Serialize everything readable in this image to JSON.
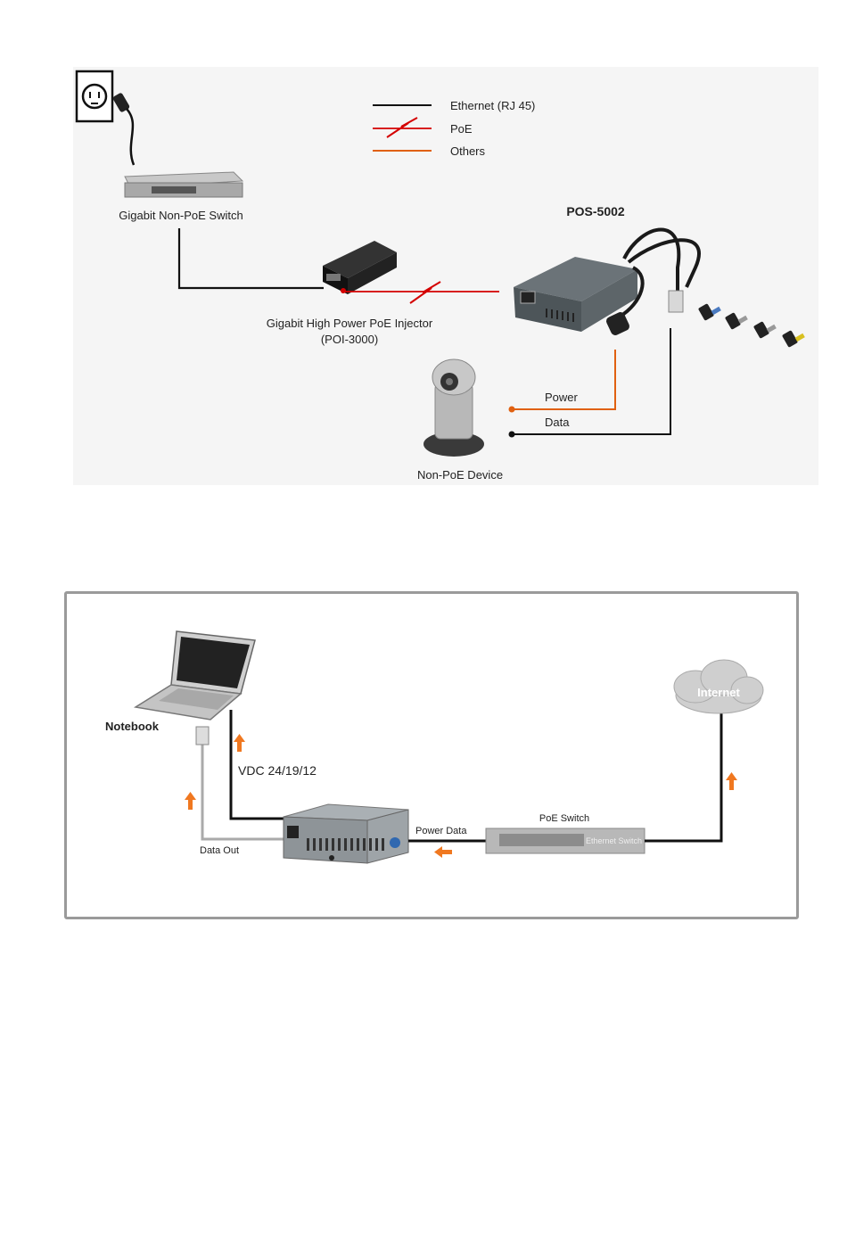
{
  "diagram1": {
    "legend": {
      "ethernet_label": "Ethernet (RJ 45)",
      "poe_label": "PoE",
      "others_label": "Others"
    },
    "product_title": "POS-5002",
    "switch_label": "Gigabit Non-PoE Switch",
    "injector_label_line1": "Gigabit High Power PoE Injector",
    "injector_label_line2": "(POI-3000)",
    "power_label": "Power",
    "data_label": "Data",
    "device_label": "Non-PoE Device",
    "colors": {
      "ethernet": "#111111",
      "poe": "#d40000",
      "others": "#e06010"
    }
  },
  "diagram2": {
    "notebook_label": "Notebook",
    "vdc_label": "VDC 24/19/12",
    "data_out_label": "Data Out",
    "power_data_label": "Power Data",
    "poe_switch_label": "PoE Switch",
    "switch_face_label": "Ethernet Switch",
    "internet_label": "Internet",
    "colors": {
      "arrow": "#f07820",
      "cable": "#111111",
      "data_cable": "#aaaaaa"
    }
  }
}
